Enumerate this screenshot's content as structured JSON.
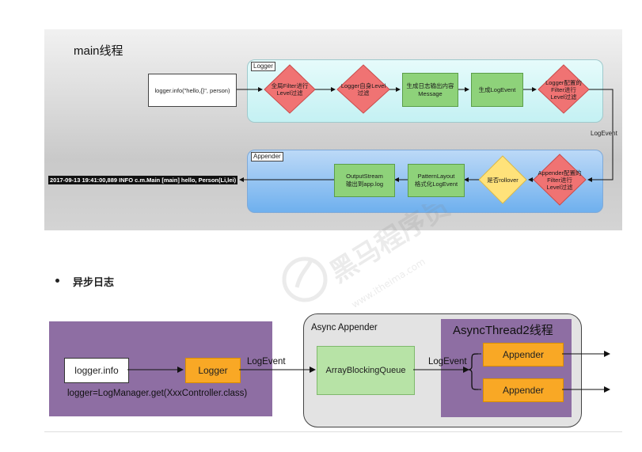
{
  "diagram1": {
    "title": "main线程",
    "logger_tag": "Logger",
    "appender_tag": "Appender",
    "call_box": "logger.info(\"hello,{}\", person)",
    "global_filter": [
      "全局Filter进行",
      "Level过滤"
    ],
    "logger_level": [
      "Logger自身Level",
      "过滤"
    ],
    "gen_message": [
      "生成日志输出内容",
      "Message"
    ],
    "gen_event": "生成LogEvent",
    "logger_filter": [
      "Logger配置的",
      "Filter进行",
      "Level过滤"
    ],
    "edge_logevent": "LogEvent",
    "appender_filter": [
      "Appender配置的",
      "Filter进行",
      "Level过滤"
    ],
    "rollover": "是否rollover",
    "pattern_layout": [
      "PatternLayout",
      "格式化LogEvent"
    ],
    "output_stream": [
      "OutputStream",
      "输出到app.log"
    ],
    "log_output": "2017-09-13 19:41:00,889 INFO c.m.Main [main] hello, Person(Li,lei)",
    "colors": {
      "diamond": "#f07373",
      "yellow_diamond": "#ffe27a",
      "green_box": "#8ed27a"
    }
  },
  "section": {
    "bullet": "异步日志"
  },
  "diagram2": {
    "logger_info": "logger.info",
    "logger": "Logger",
    "logmanager": "logger=LogManager.get(XxxController.class)",
    "edge_logevent_1": "LogEvent",
    "async_appender": "Async Appender",
    "queue": "ArrayBlockingQueue",
    "edge_logevent_2": "LogEvent",
    "async_thread": "AsyncThread2线程",
    "appender_1": "Appender",
    "appender_2": "Appender",
    "colors": {
      "purple": "#8e6ea3",
      "orange": "#f9a825",
      "green": "#b7e3a6",
      "gray": "#d9d9d9"
    }
  },
  "watermark": {
    "brand": "黑马程序员",
    "url": "www.itheima.com"
  }
}
